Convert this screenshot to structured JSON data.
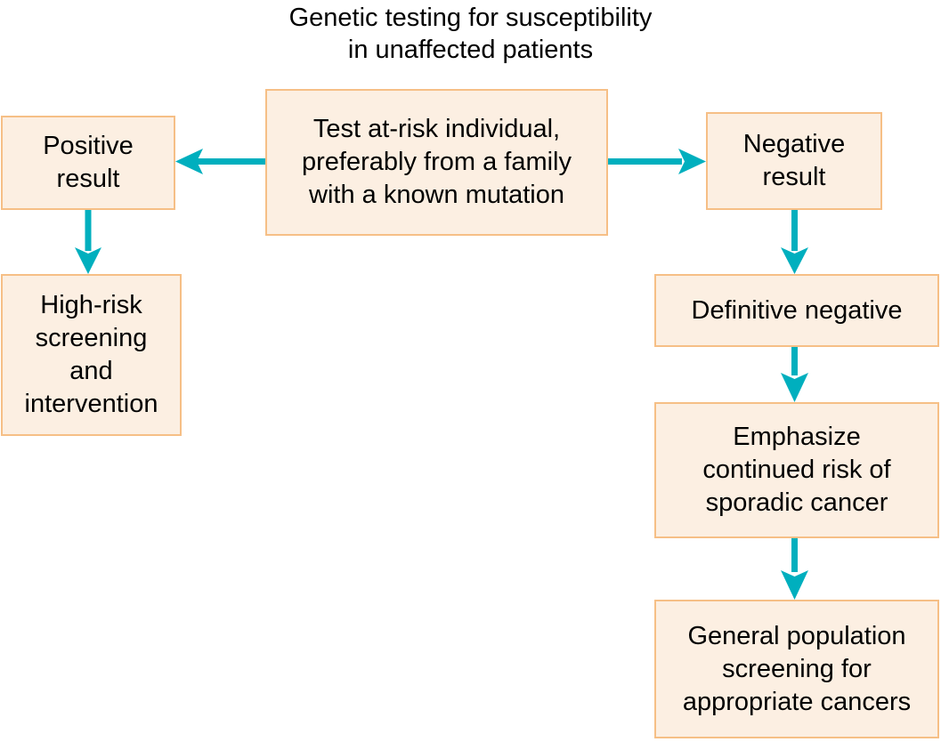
{
  "diagram": {
    "title": "Genetic testing for susceptibility\nin unaffected patients",
    "colors": {
      "node_fill": "#fcefe2",
      "node_border": "#f6bf86",
      "arrow": "#00afbe",
      "text": "#000000",
      "background": "#ffffff"
    },
    "nodes": [
      {
        "id": "root",
        "label": "Test at-risk individual,\npreferably from a family\nwith a known mutation"
      },
      {
        "id": "positive",
        "label": "Positive\nresult"
      },
      {
        "id": "highrisk",
        "label": "High-risk\nscreening\nand\nintervention"
      },
      {
        "id": "negative",
        "label": "Negative\nresult"
      },
      {
        "id": "definitive",
        "label": "Definitive negative"
      },
      {
        "id": "emphasize",
        "label": "Emphasize\ncontinued risk of\nsporadic cancer"
      },
      {
        "id": "general",
        "label": "General population\nscreening for\nappropriate cancers"
      }
    ],
    "edges": [
      {
        "from": "root",
        "to": "positive",
        "direction": "left"
      },
      {
        "from": "root",
        "to": "negative",
        "direction": "right"
      },
      {
        "from": "positive",
        "to": "highrisk",
        "direction": "down"
      },
      {
        "from": "negative",
        "to": "definitive",
        "direction": "down"
      },
      {
        "from": "definitive",
        "to": "emphasize",
        "direction": "down"
      },
      {
        "from": "emphasize",
        "to": "general",
        "direction": "down"
      }
    ]
  }
}
